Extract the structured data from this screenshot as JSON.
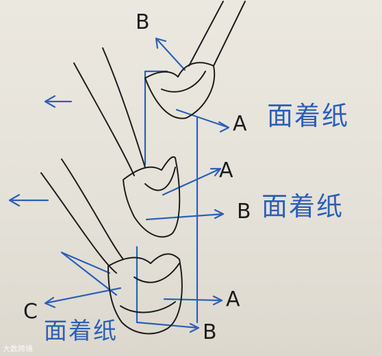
{
  "labels": {
    "b_top": "B",
    "a_top": "A",
    "a_mid": "A",
    "b_mid": "B",
    "a_bottom": "A",
    "b_bottom": "B",
    "c_bottom": "C"
  },
  "captions": {
    "top_right": "面着纸",
    "mid_right": "面着纸",
    "bottom_left": "面着纸"
  },
  "watermark": "大数跨境",
  "colors": {
    "ink": "#1c1c1c",
    "pen": "#2c5fb8",
    "paper": "#e7e4dc"
  }
}
